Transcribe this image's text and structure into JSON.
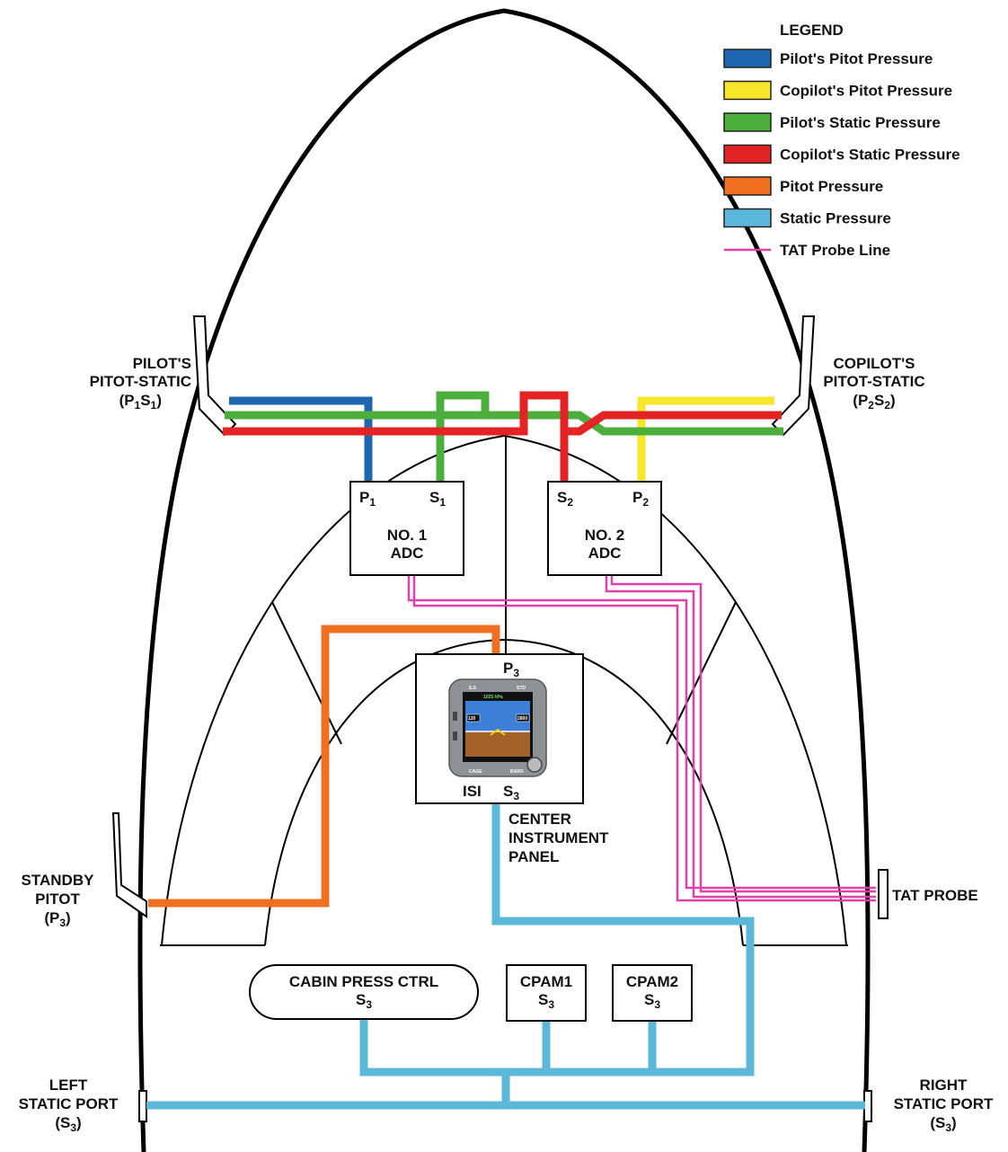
{
  "legend": {
    "title": "LEGEND",
    "items": [
      {
        "label": "Pilot's Pitot Pressure",
        "color": "#1f66b0",
        "kind": "box"
      },
      {
        "label": "Copilot's Pitot Pressure",
        "color": "#f7e62a",
        "kind": "box"
      },
      {
        "label": "Pilot's Static Pressure",
        "color": "#4caf3c",
        "kind": "box"
      },
      {
        "label": "Copilot's Static Pressure",
        "color": "#e42424",
        "kind": "box"
      },
      {
        "label": "Pitot Pressure",
        "color": "#f07022",
        "kind": "box"
      },
      {
        "label": "Static Pressure",
        "color": "#5bb8da",
        "kind": "box"
      },
      {
        "label": "TAT Probe Line",
        "color": "#e040a8",
        "kind": "line"
      }
    ]
  },
  "labels": {
    "pilot_ps": {
      "l1": "PILOT'S",
      "l2": "PITOT-STATIC",
      "open": "(P",
      "s1": "1",
      "mid": "S",
      "s2": "1",
      "close": ")"
    },
    "copilot_ps": {
      "l1": "COPILOT'S",
      "l2": "PITOT-STATIC",
      "open": "(P",
      "s1": "2",
      "mid": "S",
      "s2": "2",
      "close": ")"
    },
    "adc1": {
      "p": "P",
      "p_sub": "1",
      "s": "S",
      "s_sub": "1",
      "line1": "NO. 1",
      "line2": "ADC"
    },
    "adc2": {
      "s": "S",
      "s_sub": "2",
      "p": "P",
      "p_sub": "2",
      "line1": "NO. 2",
      "line2": "ADC"
    },
    "isi": {
      "p": "P",
      "p_sub": "3",
      "name": "ISI",
      "s": "S",
      "s_sub": "3"
    },
    "center_panel": {
      "l1": "CENTER",
      "l2": "INSTRUMENT",
      "l3": "PANEL"
    },
    "standby": {
      "l1": "STANDBY",
      "l2": "PITOT",
      "open": "(P",
      "sub": "3",
      "close": ")"
    },
    "tat": "TAT PROBE",
    "cabin": {
      "l1": "CABIN PRESS CTRL",
      "s": "S",
      "sub": "3"
    },
    "cpam1": {
      "l1": "CPAM1",
      "s": "S",
      "sub": "3"
    },
    "cpam2": {
      "l1": "CPAM2",
      "s": "S",
      "sub": "3"
    },
    "left_port": {
      "l1": "LEFT",
      "l2": "STATIC PORT",
      "open": "(S",
      "sub": "3",
      "close": ")"
    },
    "right_port": {
      "l1": "RIGHT",
      "l2": "STATIC PORT",
      "open": "(S",
      "sub": "3",
      "close": ")"
    }
  },
  "isi_display": {
    "top_left": "ILS",
    "top_right": "STD",
    "baro": "1025 hPa",
    "bottom_left": "CAGE",
    "bottom_right": "BARO",
    "speed": "120",
    "alt": "2800"
  }
}
